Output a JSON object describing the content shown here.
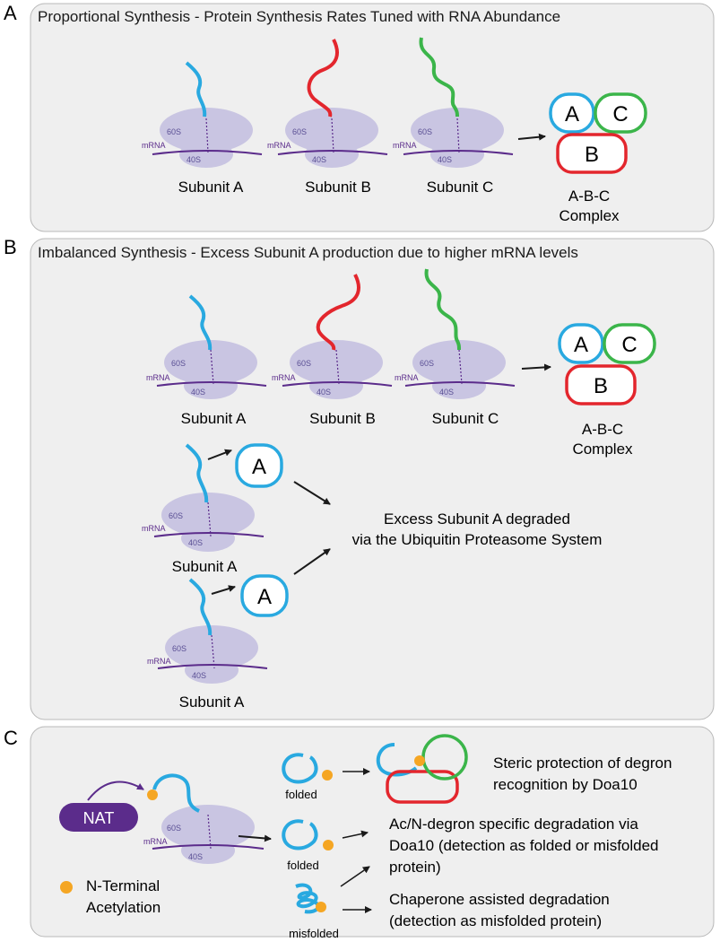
{
  "colors": {
    "panel_bg": "#efefef",
    "panel_border": "#b8b8b8",
    "ribosome": "#c9c5e2",
    "ribosome_label": "#5a4f94",
    "mrna": "#5b2c8b",
    "subunit_a": "#29a9e0",
    "subunit_b": "#e3262d",
    "subunit_c": "#3bb54a",
    "acetyl": "#f5a623",
    "nat": "#5b2c8b",
    "arrow": "#1a1a1a"
  },
  "ribosome_labels": {
    "large": "60S",
    "small": "40S",
    "mrna": "mRNA"
  },
  "panel_a": {
    "letter": "A",
    "title": "Proportional Synthesis - Protein Synthesis Rates Tuned with RNA Abundance",
    "subunits": [
      "Subunit A",
      "Subunit B",
      "Subunit C"
    ],
    "complex_letters": [
      "A",
      "C",
      "B"
    ],
    "complex_label": [
      "A-B-C",
      "Complex"
    ]
  },
  "panel_b": {
    "letter": "B",
    "title": "Imbalanced Synthesis - Excess Subunit A production due to higher mRNA levels",
    "subunits": [
      "Subunit A",
      "Subunit B",
      "Subunit C"
    ],
    "complex_letters": [
      "A",
      "C",
      "B"
    ],
    "complex_label": [
      "A-B-C",
      "Complex"
    ],
    "excess_subunits": [
      "Subunit A",
      "Subunit A"
    ],
    "excess_letter": "A",
    "degradation_text": [
      "Excess Subunit A degraded",
      "via the Ubiquitin Proteasome System"
    ]
  },
  "panel_c": {
    "letter": "C",
    "nat_label": "NAT",
    "legend": [
      "N-Terminal",
      "Acetylation"
    ],
    "states": [
      "folded",
      "folded",
      "misfolded"
    ],
    "outcome1": [
      "Steric protection of degron",
      "recognition by Doa10"
    ],
    "outcome2": [
      "Ac/N-degron specific degradation via",
      "Doa10 (detection as folded or misfolded",
      "protein)"
    ],
    "outcome3": [
      "Chaperone assisted degradation",
      "(detection as misfolded protein)"
    ]
  }
}
